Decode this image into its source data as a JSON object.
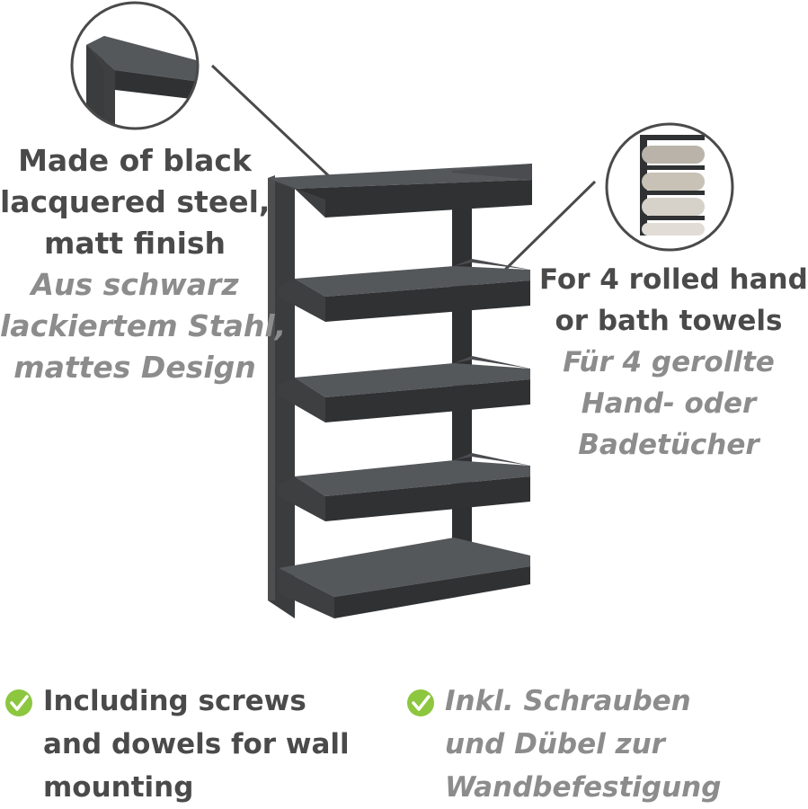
{
  "left_callout": {
    "en_lines": [
      "Made of black",
      "lacquered steel,",
      "matt finish"
    ],
    "de_lines": [
      "Aus schwarz",
      "lackiertem Stahl,",
      "mattes Design"
    ]
  },
  "right_callout": {
    "en_lines": [
      "For 4 rolled hand",
      "or bath towels"
    ],
    "de_lines": [
      "Für 4 gerollte",
      "Hand- oder",
      "Badetücher"
    ]
  },
  "bottom_left": {
    "lines": [
      "Including screws",
      "and dowels for wall",
      "mounting"
    ]
  },
  "bottom_right": {
    "lines": [
      "Inkl. Schrauben",
      "und Dübel zur",
      "Wandbefestigung"
    ]
  },
  "icons": {
    "check": "check-circle-icon",
    "check_color": "#8dc63f"
  },
  "colors": {
    "steel": "#3b3d3f",
    "text_dark": "#4a4a4a",
    "text_light": "#8c8c8c"
  }
}
